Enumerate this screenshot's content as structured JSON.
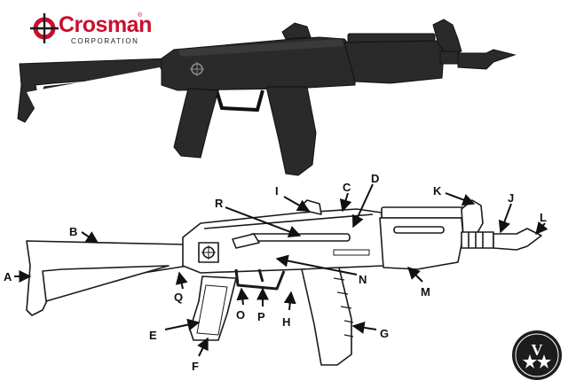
{
  "brand": {
    "name": "Crosman",
    "subtitle": "CORPORATION",
    "registered_mark": "®",
    "logo_icon": "crosshair-icon",
    "accent_color": "#c8102e"
  },
  "photo": {
    "icon": "rifle-photo",
    "gun_color": "#2a2a2a"
  },
  "diagram": {
    "icon": "rifle-line-drawing",
    "callouts": [
      {
        "id": "A",
        "label": "A"
      },
      {
        "id": "B",
        "label": "B"
      },
      {
        "id": "C",
        "label": "C"
      },
      {
        "id": "D",
        "label": "D"
      },
      {
        "id": "E",
        "label": "E"
      },
      {
        "id": "F",
        "label": "F"
      },
      {
        "id": "G",
        "label": "G"
      },
      {
        "id": "H",
        "label": "H"
      },
      {
        "id": "I",
        "label": "I"
      },
      {
        "id": "J",
        "label": "J"
      },
      {
        "id": "K",
        "label": "K"
      },
      {
        "id": "L",
        "label": "L"
      },
      {
        "id": "M",
        "label": "M"
      },
      {
        "id": "N",
        "label": "N"
      },
      {
        "id": "O",
        "label": "O"
      },
      {
        "id": "P",
        "label": "P"
      },
      {
        "id": "Q",
        "label": "Q"
      },
      {
        "id": "R",
        "label": "R"
      }
    ]
  },
  "watermark": {
    "icon": "stars-seal-icon",
    "letter": "V"
  }
}
